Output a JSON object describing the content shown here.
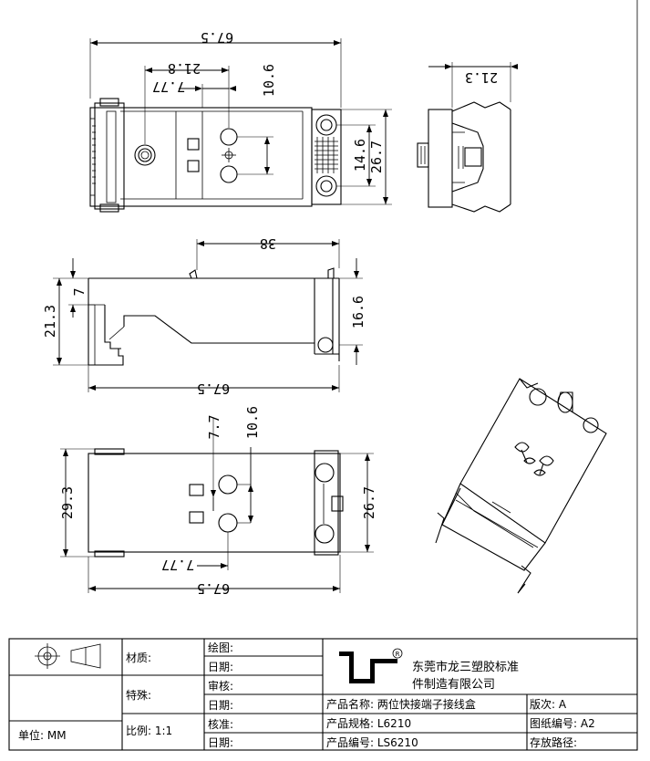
{
  "dims": {
    "top_width": "67.5",
    "top_218": "21.8",
    "top_777": "7.77",
    "top_106": "10.6",
    "top_146": "14.6",
    "top_267": "26.7",
    "side_213": "21.3",
    "front_38": "38",
    "front_213": "21.3",
    "front_7": "7",
    "front_166": "16.6",
    "front_width": "67.5",
    "bottom_77": "7.7",
    "bottom_106": "10.6",
    "bottom_293": "29.3",
    "bottom_267": "26.7",
    "bottom_777": "7.77",
    "bottom_width": "67.5"
  },
  "title_block": {
    "material_label": "材质:",
    "special_label": "特殊:",
    "unit_label": "单位: MM",
    "scale_label": "比例: 1:1",
    "drawing_label": "绘图:",
    "date1_label": "日期:",
    "review_label": "审核:",
    "date2_label": "日期:",
    "approve_label": "核准:",
    "date3_label": "日期:",
    "company_line1": "东莞市龙三塑胶标准",
    "company_line2": "件制造有限公司",
    "registered_mark": "R",
    "product_name": "产品名称: 两位快接端子接线盒",
    "product_spec": "产品规格: L6210",
    "product_no": "产品编号: LS6210",
    "revision": "版次:   A",
    "drawing_no": "图纸编号: A2",
    "storage_path": "存放路径:"
  }
}
